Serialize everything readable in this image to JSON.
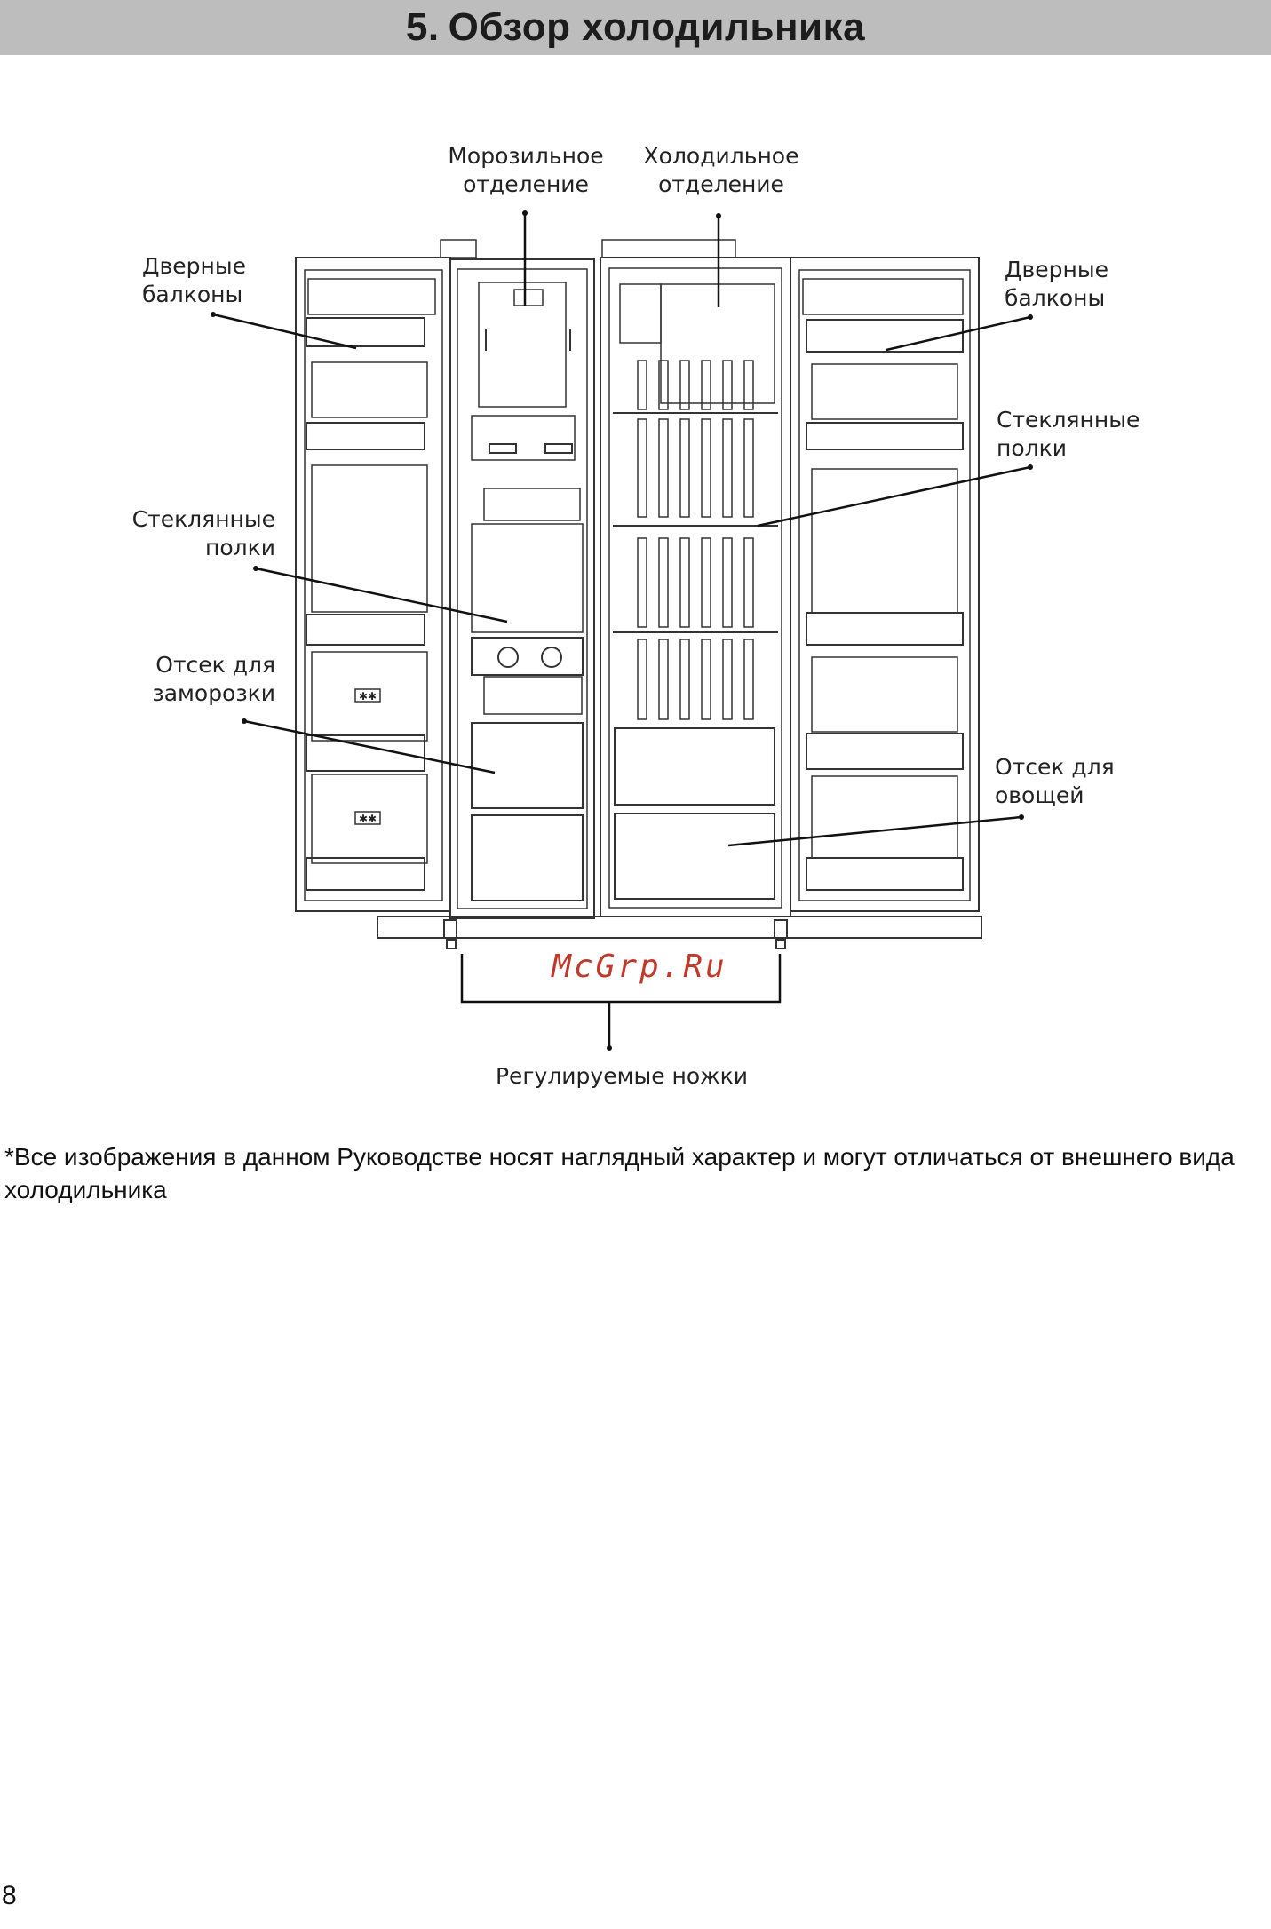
{
  "header": {
    "number": "5.",
    "title": "Обзор холодильника"
  },
  "labels": {
    "freezer_compartment": [
      "Морозильное",
      "отделение"
    ],
    "fridge_compartment": [
      "Холодильное",
      "отделение"
    ],
    "door_balconies_left": [
      "Дверные",
      "балконы"
    ],
    "door_balconies_right": [
      "Дверные",
      "балконы"
    ],
    "glass_shelves_right": [
      "Стеклянные",
      "полки"
    ],
    "glass_shelves_left": [
      "Стеклянные",
      "полки"
    ],
    "freezing_compartment": [
      "Отсек для",
      "заморозки"
    ],
    "vegetable_compartment": [
      "Отсек для",
      "овощей"
    ],
    "adjustable_feet": "Регулируемые ножки"
  },
  "freezer_door_marks": [
    "✱✱",
    "✱✱"
  ],
  "watermark": "McGrp.Ru",
  "disclaimer": "*Все изображения в данном Руководстве носят наглядный характер и могут отличаться от внешнего вида холодильника",
  "page_number": "8"
}
